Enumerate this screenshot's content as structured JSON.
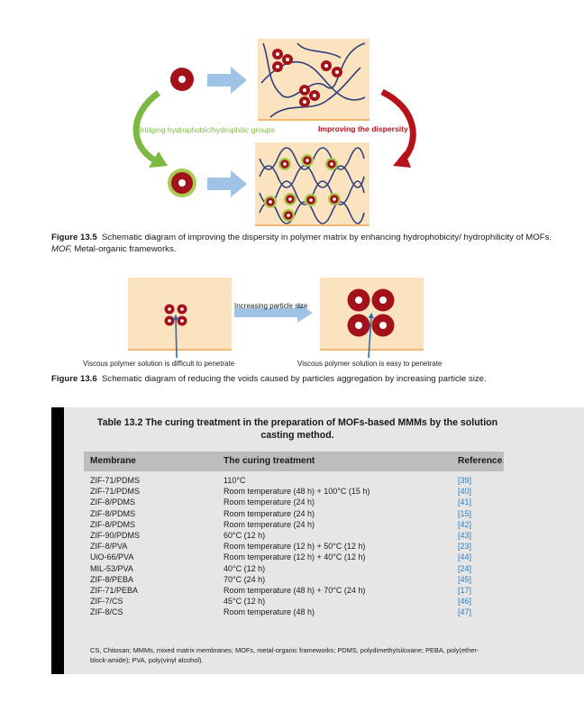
{
  "figure_13_5": {
    "left_label": "Bridging hydrophobic/hydrophilic groups",
    "right_label": "Improving the dispersity",
    "colors": {
      "panel": "#fbe3bf",
      "panel_edge": "#f3b673",
      "particle": "#a3121b",
      "coating": "#a6cc52",
      "green_arrow": "#7cb842",
      "red_arrow": "#b5121b",
      "blue_arrow": "#9fc3e7",
      "chain": "#2f3e7d"
    }
  },
  "caption_13_5": {
    "label": "Figure 13.5",
    "text_1": "Schematic diagram of improving the dispersity in polymer matrix by enhancing hydrophobicity/ hydrophilicity of MOFs. ",
    "abbr": "MOF,",
    "text_2": " Metal-organic frameworks."
  },
  "figure_13_6": {
    "arrow_label": "Increasing particle size",
    "left_note": "Viscous polymer solution is difficult to penetrate",
    "right_note": "Viscous polymer solution is easy to penetrate"
  },
  "caption_13_6": {
    "label": "Figure 13.6",
    "text": "Schematic diagram of reducing the voids caused by particles aggregation by increasing particle size."
  },
  "table": {
    "title_line1": "Table 13.2 The curing treatment in the preparation of MOFs-based MMMs by the solution",
    "title_line2": "casting method.",
    "headers": [
      "Membrane",
      "The curing treatment",
      "Reference"
    ],
    "rows": [
      [
        "ZIF-71/PDMS",
        "110°C",
        "[39]"
      ],
      [
        "ZIF-71/PDMS",
        "Room temperature (48 h) + 100°C (15 h)",
        "[40]"
      ],
      [
        "ZIF-8/PDMS",
        "Room temperature (24 h)",
        "[41]"
      ],
      [
        "ZIF-8/PDMS",
        "Room temperature (24 h)",
        "[15]"
      ],
      [
        "ZIF-8/PDMS",
        "Room temperature (24 h)",
        "[42]"
      ],
      [
        "ZIF-90/PDMS",
        "60°C (12 h)",
        "[43]"
      ],
      [
        "ZIF-8/PVA",
        "Room temperature (12 h) + 50°C (12 h)",
        "[23]"
      ],
      [
        "UiO-66/PVA",
        "Room temperature (12 h) + 40°C (12 h)",
        "[44]"
      ],
      [
        "MIL-53/PVA",
        "40°C (12 h)",
        "[24]"
      ],
      [
        "ZIF-8/PEBA",
        "70°C (24 h)",
        "[45]"
      ],
      [
        "ZIF-71/PEBA",
        "Room temperature (48 h) + 70°C (24 h)",
        "[17]"
      ],
      [
        "ZIF-7/CS",
        "45°C (12 h)",
        "[46]"
      ],
      [
        "ZIF-8/CS",
        "Room temperature (48 h)",
        "[47]"
      ]
    ],
    "footnote_line1": "CS, Chitosan; MMMs, mixed matrix membranes; MOFs, metal-organic frameworks; PDMS, polydimethylsiloxane; PEBA, poly(ether-",
    "footnote_line2": "block-amide); PVA, poly(vinyl alcohol)."
  }
}
